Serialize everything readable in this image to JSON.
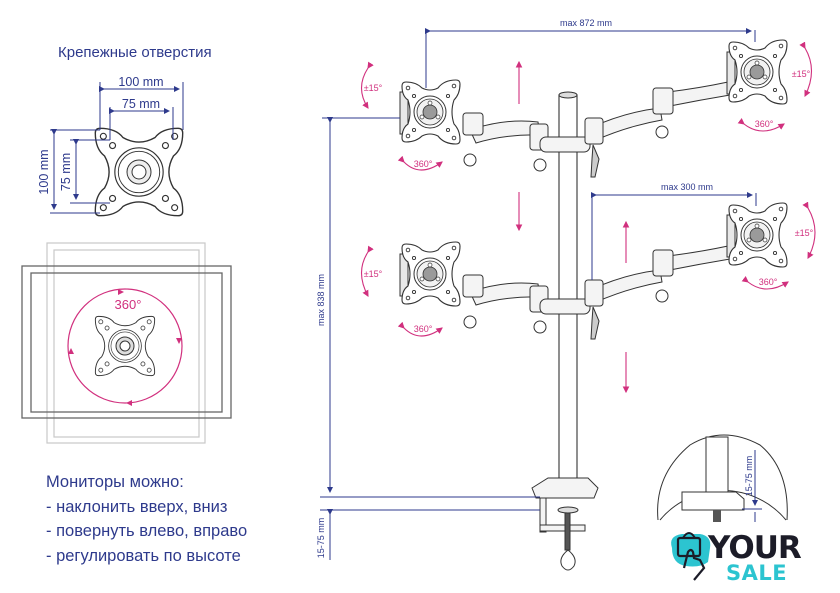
{
  "mounting_holes": {
    "title": "Крепежные отверстия",
    "dim_horizontal_outer": "100 mm",
    "dim_horizontal_inner": "75 mm",
    "dim_vertical_outer": "100 mm",
    "dim_vertical_inner": "75 mm"
  },
  "rotation_view": {
    "rotation_label": "360°"
  },
  "features": {
    "heading": "Мониторы можно:",
    "items": [
      "- наклонить вверх, вниз",
      "- повернуть влево, вправо",
      "- регулировать по высоте"
    ]
  },
  "main_diagram": {
    "max_width_label": "max 872 mm",
    "max_arm_label": "max 300 mm",
    "max_height_label": "max 838 mm",
    "desk_thickness_label": "15-75 mm",
    "monitors": [
      {
        "position": "top-left",
        "tilt_label": "±15°",
        "rotation_label": "360°"
      },
      {
        "position": "top-right",
        "tilt_label": "±15°",
        "rotation_label": "360°"
      },
      {
        "position": "bottom-left",
        "tilt_label": "±15°",
        "rotation_label": "360°"
      },
      {
        "position": "bottom-right",
        "tilt_label": "±15°",
        "rotation_label": "360°"
      }
    ]
  },
  "detail_inset": {
    "desk_thickness_label": "15-75 mm"
  },
  "logo": {
    "line1": "YOUR",
    "line2": "SALE"
  },
  "colors": {
    "dimension_blue": "#2e3a8c",
    "rotation_magenta": "#d1307e",
    "logo_cyan": "#2cc4d0",
    "logo_dark": "#1c1c28",
    "line_gray": "#3a3a3a"
  }
}
